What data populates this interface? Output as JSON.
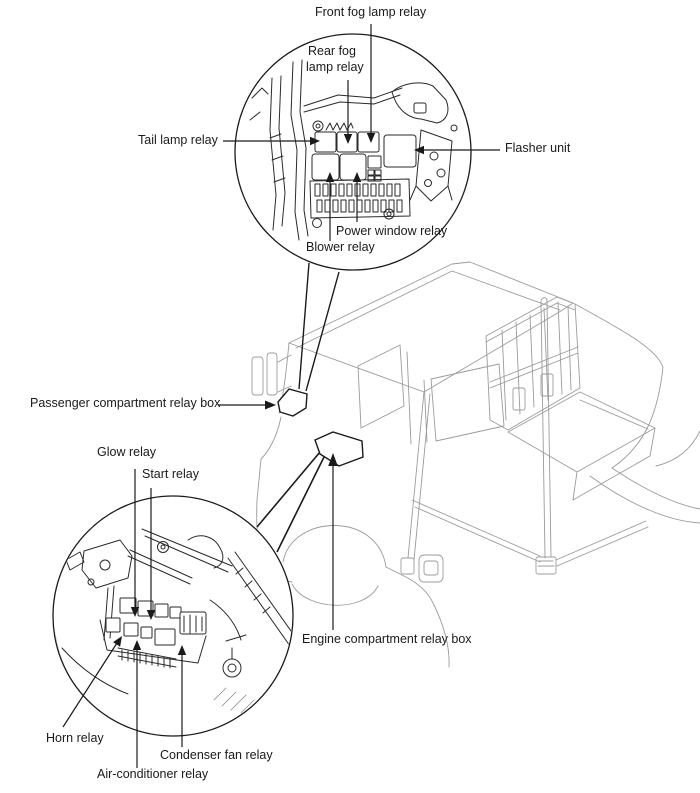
{
  "colors": {
    "background": "#ffffff",
    "ink": "#1a1a1a",
    "truck_line": "#9b9b9b"
  },
  "passenger_compartment_view": {
    "labels": {
      "front_fog": "Front fog lamp relay",
      "rear_fog_line1": "Rear fog",
      "rear_fog_line2": "lamp relay",
      "tail_lamp": "Tail lamp relay",
      "flasher": "Flasher unit",
      "power_window": "Power window relay",
      "blower": "Blower relay"
    }
  },
  "engine_compartment_view": {
    "labels": {
      "glow": "Glow relay",
      "start": "Start relay",
      "horn": "Horn relay",
      "air_conditioner": "Air-conditioner relay",
      "condenser_fan": "Condenser fan relay"
    }
  },
  "truck_view": {
    "labels": {
      "passenger_box": "Passenger compartment relay box",
      "engine_box": "Engine compartment relay box"
    }
  }
}
